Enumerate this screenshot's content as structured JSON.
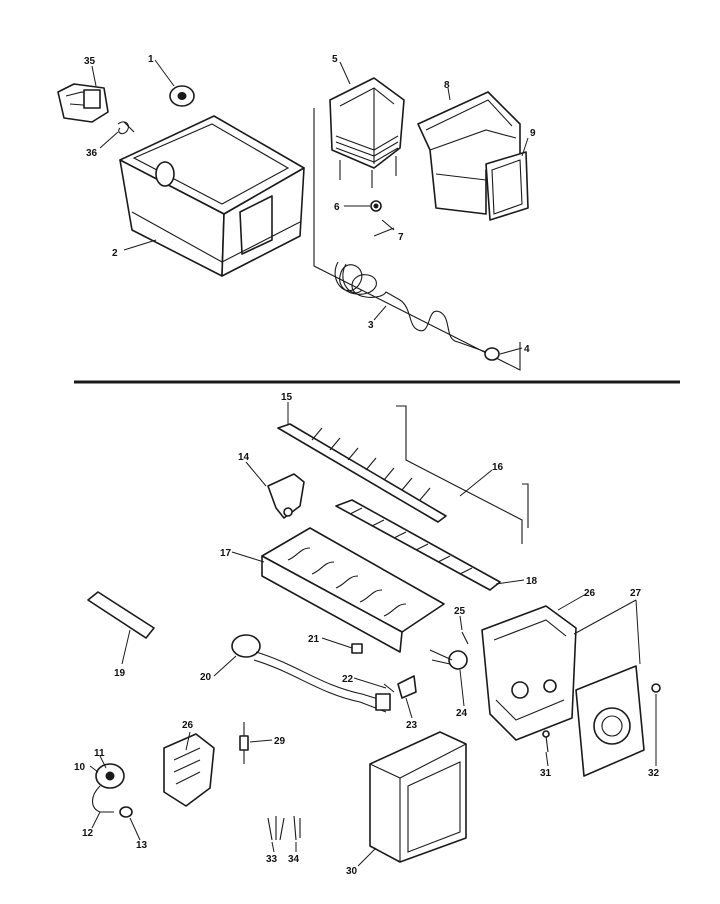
{
  "diagram": {
    "type": "exploded-parts-diagram",
    "line_color": "#1a1a1a",
    "background": "#ffffff",
    "callouts": {
      "c1": "1",
      "c2": "2",
      "c3": "3",
      "c4": "4",
      "c5": "5",
      "c6": "6",
      "c7": "7",
      "c8": "8",
      "c9": "9",
      "c10": "10",
      "c11": "11",
      "c12": "12",
      "c13": "13",
      "c14": "14",
      "c15": "15",
      "c16": "16",
      "c17": "17",
      "c18": "18",
      "c19": "19",
      "c20": "20",
      "c21": "21",
      "c22": "22",
      "c23": "23",
      "c24": "24",
      "c25": "25",
      "c26": "26",
      "c26b": "26",
      "c27": "27",
      "c29": "29",
      "c30": "30",
      "c31": "31",
      "c32": "32",
      "c33": "33",
      "c34": "34",
      "c35": "35",
      "c36": "36"
    }
  }
}
